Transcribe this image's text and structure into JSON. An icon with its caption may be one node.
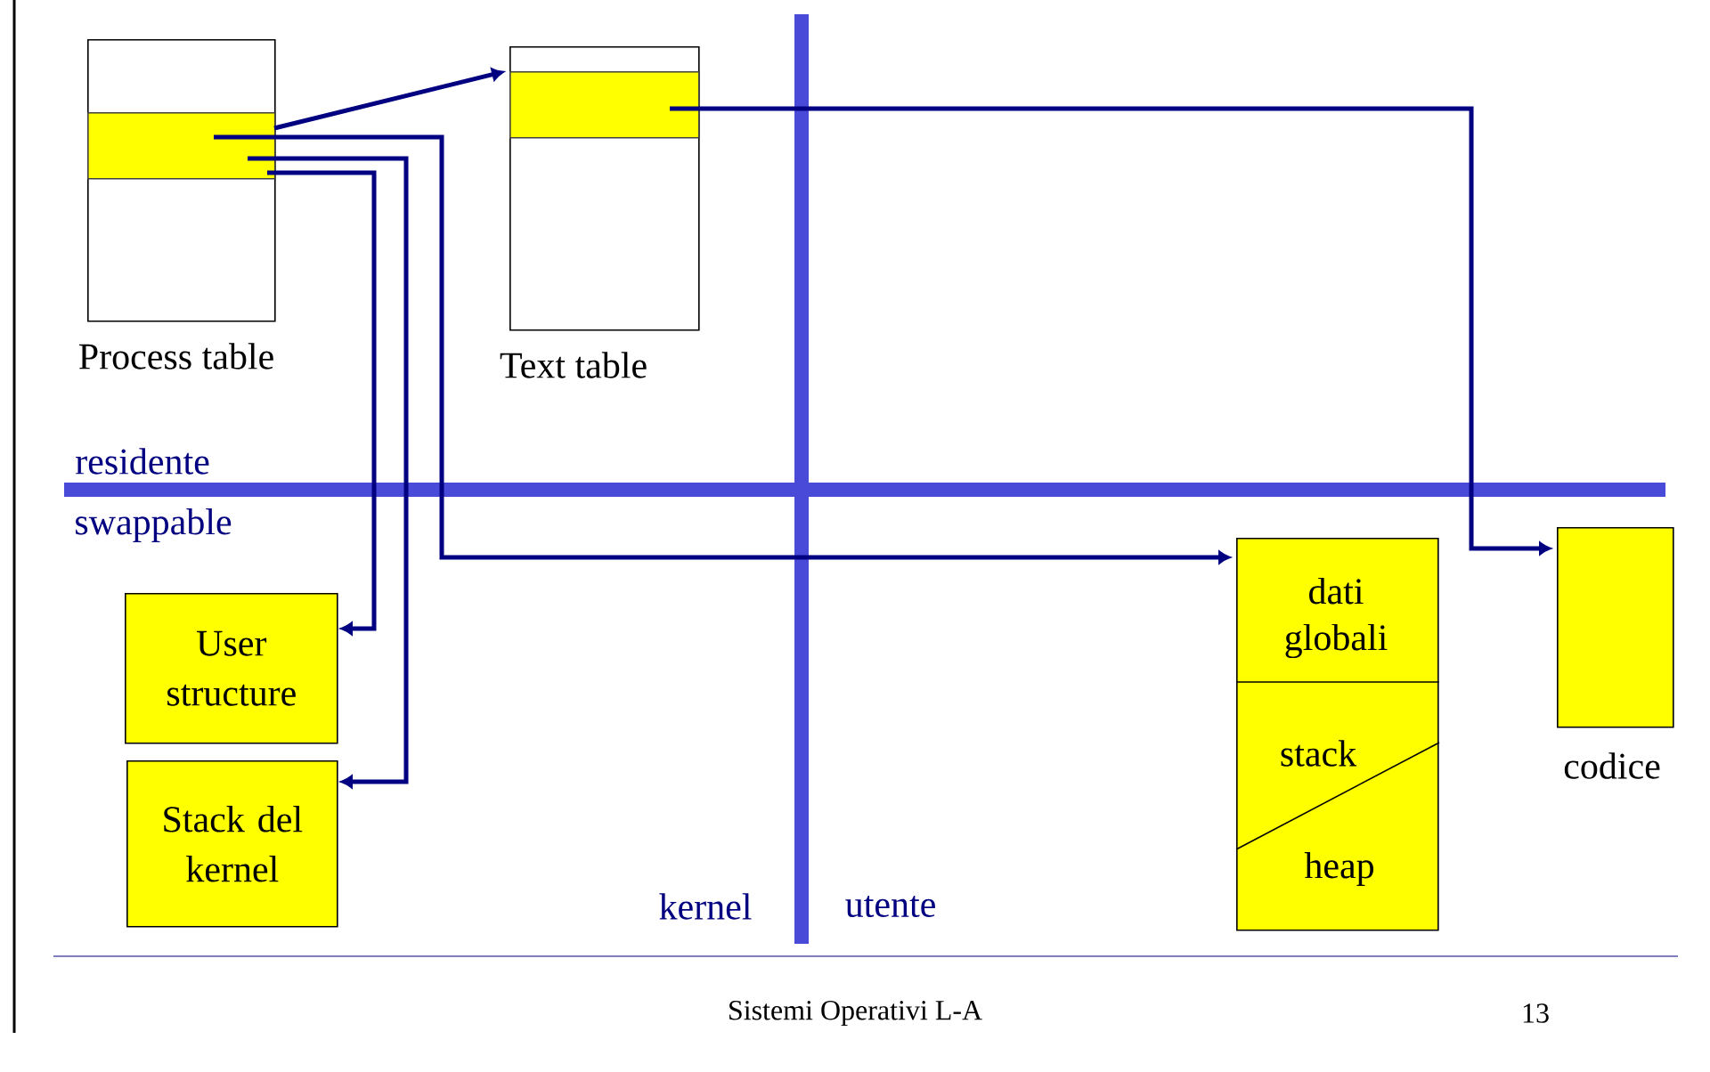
{
  "diagram": {
    "nodes": [
      {
        "text": [],
        "shape": "box",
        "beside": [
          "Process table"
        ]
      },
      {
        "text": [],
        "shape": "bar",
        "in": 0
      },
      {
        "text": [],
        "shape": "box",
        "beside": [
          "Text table"
        ]
      },
      {
        "text": [],
        "shape": "bar",
        "in": 2
      },
      {
        "text": [
          "User structure"
        ]
      },
      {
        "text": [
          "Stack del kernel"
        ]
      },
      {
        "text": [
          "dati globali",
          "stack",
          "heap"
        ]
      },
      {
        "text": [],
        "shape": "box",
        "beside": [
          "codice"
        ]
      }
    ],
    "edges": [
      {
        "from": 1,
        "to": 2,
        "arrow": "to"
      },
      {
        "from": 1,
        "to": 6,
        "arrow": "to"
      },
      {
        "from": 1,
        "to": 4,
        "arrow": "to"
      },
      {
        "from": 1,
        "to": 5,
        "arrow": "to"
      },
      {
        "from": 3,
        "to": 7,
        "arrow": "to"
      }
    ],
    "labels": [
      "residente",
      "swappable",
      "kernel",
      "utente",
      "Sistemi Operativi L-A",
      "13"
    ]
  }
}
